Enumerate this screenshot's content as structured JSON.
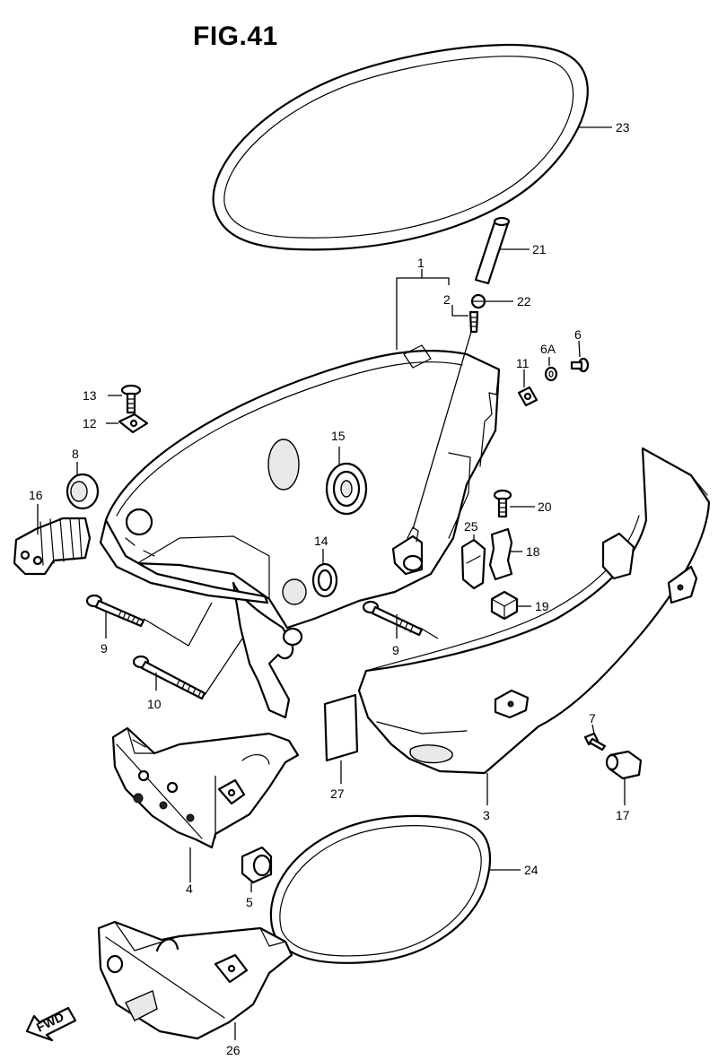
{
  "figure": {
    "title": "FIG.41"
  },
  "fwd_badge": {
    "label": "FWD"
  },
  "callouts": {
    "p1": "1",
    "p2": "2",
    "p3": "3",
    "p4": "4",
    "p5": "5",
    "p6": "6",
    "p6a": "6A",
    "p7": "7",
    "p8": "8",
    "p9a": "9",
    "p9b": "9",
    "p10": "10",
    "p11": "11",
    "p12": "12",
    "p13": "13",
    "p14": "14",
    "p15": "15",
    "p16": "16",
    "p17": "17",
    "p18": "18",
    "p19": "19",
    "p20": "20",
    "p21": "21",
    "p22": "22",
    "p23": "23",
    "p24": "24",
    "p25": "25",
    "p26": "26",
    "p27": "27"
  }
}
